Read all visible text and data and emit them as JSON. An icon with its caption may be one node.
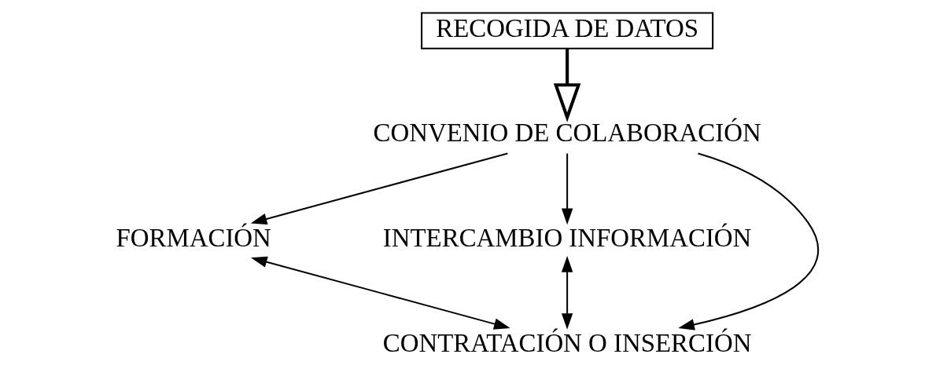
{
  "diagram": {
    "nodes": [
      {
        "text": [
          "RECOGIDA DE DATOS"
        ]
      },
      {
        "text": [
          "CONVENIO DE COLABORACIÓN"
        ]
      },
      {
        "text": [
          "FORMACIÓN"
        ]
      },
      {
        "text": [
          "INTERCAMBIO INFORMACIÓN"
        ]
      },
      {
        "text": [
          "CONTRATACIÓN O INSERCIÓN"
        ]
      }
    ],
    "edges": [
      {
        "from": 0,
        "to": 1,
        "arrow": "to",
        "style": "thick"
      },
      {
        "from": 1,
        "to": 2,
        "arrow": "to"
      },
      {
        "from": 1,
        "to": 4,
        "arrow": "to"
      },
      {
        "from": 1,
        "to": 3,
        "arrow": "to"
      },
      {
        "from": 2,
        "to": 4,
        "arrow": "both"
      },
      {
        "from": 4,
        "to": 3,
        "arrow": "both"
      }
    ]
  }
}
